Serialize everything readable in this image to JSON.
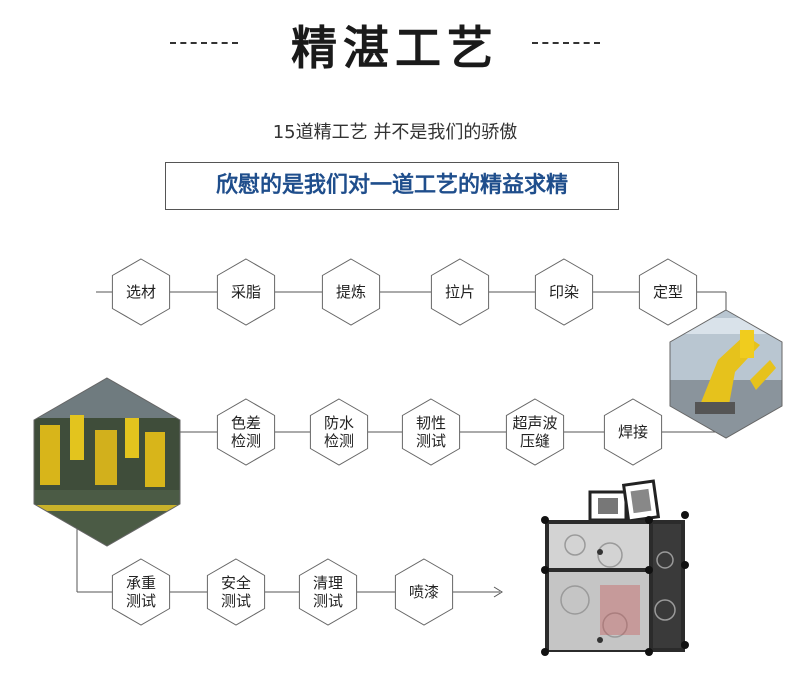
{
  "header": {
    "title": "精湛工艺",
    "subtitle": "15道精工艺 并不是我们的骄傲",
    "banner": "欣慰的是我们对一道工艺的精益求精"
  },
  "process": {
    "row1": [
      "选材",
      "采脂",
      "提炼",
      "拉片",
      "印染",
      "定型"
    ],
    "row2": [
      "色差\n检测",
      "防水\n检测",
      "韧性\n测试",
      "超声波\n压缝",
      "焊接"
    ],
    "row3": [
      "承重\n测试",
      "安全\n测试",
      "清理\n测试",
      "喷漆"
    ]
  },
  "images": {
    "robot_arm": "robot-arm-photo",
    "factory": "factory-line-photo",
    "product": "storage-cabinet-photo"
  },
  "colors": {
    "accent": "#1f4e8c",
    "hex_border": "#666666",
    "line": "#555555"
  }
}
